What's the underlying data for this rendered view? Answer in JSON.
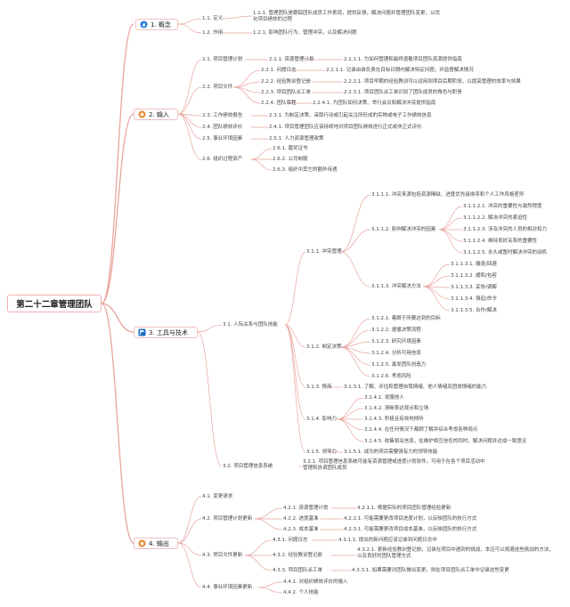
{
  "root": "第二十二章管理团队",
  "colors": {
    "line": "#e9a59e",
    "root_border": "#f0b0b0"
  },
  "branches": [
    {
      "id": "1",
      "label": "1. 概念",
      "icon": "flame-icon"
    },
    {
      "id": "2",
      "label": "2. 输入",
      "icon": "star-icon"
    },
    {
      "id": "3",
      "label": "3. 工具与技术",
      "icon": "flag-icon"
    },
    {
      "id": "4",
      "label": "4. 输出",
      "icon": "star-icon"
    }
  ],
  "nodes": {
    "n1_1": "1.1. 定义",
    "n1_1_1": "1.1.1. 管理团队是跟踪团队成员工作表现，提供反馈，解决问题并管理团队变更，以优化项目绩效的过程",
    "n1_2": "1.2. 作用",
    "n1_2_1": "1.2.1. 影响团队行为、管理冲突，以及解决问题",
    "n2_1": "2.1. 项目管理计划",
    "n2_1_1": "2.1.1. 资源管理计划",
    "n2_1_1_1": "2.1.1.1. 为如何管理和最终遣散项目团队资源提供指南",
    "n2_2": "2.2. 项目文件",
    "n2_2_1": "2.2.1. 问题日志",
    "n2_2_1_1": "2.2.1.1. 记录由谁负责在目标日期内解决特定问题，并监督解决情况",
    "n2_2_2": "2.2.2. 经验教训登记册",
    "n2_2_2_1": "2.2.2.1. 项目早期的经验教训可以运用到项目后期阶段，以提高管理的效率与效果",
    "n2_2_3": "2.2.3. 项目团队派工单",
    "n2_2_3_1": "2.2.3.1. 项目团队派工单识别了团队成员的角色与职责",
    "n2_2_4": "2.2.4. 团队章程",
    "n2_2_4_1": "2.2.4.1. 为团队如何决策、举行会议和解决冲突提供指南",
    "n2_3": "2.3. 工作绩效报告",
    "n2_3_1": "2.3.1. 为制定决策、采取行动或引起关注所形成的实物或电子工作绩效信息",
    "n2_4": "2.4. 团队绩效评价",
    "n2_4_1": "2.4.1. 项目管理团队应该持续地对项目团队绩效进行正式或非正式评价",
    "n2_5": "2.5. 事业环境因素",
    "n2_5_1": "2.5.1. 人力资源管理政策",
    "n2_6": "2.6. 组织过程资产",
    "n2_6_1": "2.6.1. 嘉奖证书",
    "n2_6_2": "2.6.2. 公司制服",
    "n2_6_3": "2.6.3. 组织中其它的额外待遇",
    "n3_1": "3.1. 人际关系与团队技能",
    "n3_1_1": "3.1.1. 冲突管理",
    "n3_1_1_1": "3.1.1.1. 冲突来源包括资源稀缺、进度优先级排序和个人工作风格差异",
    "n3_1_1_2": "3.1.1.2. 影响解决冲突的因素",
    "n3_1_1_2_1": "3.1.1.2.1. 冲突的重要性与激烈程度",
    "n3_1_1_2_2": "3.1.1.2.2. 解决冲突的紧迫性",
    "n3_1_1_2_3": "3.1.1.2.3. 涉及冲突的人员的相对权力",
    "n3_1_1_2_4": "3.1.1.2.4. 维持良好关系的重要性",
    "n3_1_1_2_5": "3.1.1.2.5. 永久或暂时解决冲突的动机",
    "n3_1_1_3": "3.1.1.3. 冲突解决方法",
    "n3_1_1_3_1": "3.1.1.3.1. 撤退/回避",
    "n3_1_1_3_2": "3.1.1.3.2. 缓和/包容",
    "n3_1_1_3_3": "3.1.1.3.3. 妥协/调解",
    "n3_1_1_3_4": "3.1.1.3.4. 强迫/命令",
    "n3_1_1_3_5": "3.1.1.3.5. 合作/解决",
    "n3_1_2": "3.1.2. 制定决策",
    "n3_1_2_1": "3.1.2.1. 着眼于所要达到的目标",
    "n3_1_2_2": "3.1.2.2. 遵循决策流程",
    "n3_1_2_3": "3.1.2.3. 研究环境因素",
    "n3_1_2_4": "3.1.2.4. 分析可用信息",
    "n3_1_2_5": "3.1.2.5. 激发团队创造力",
    "n3_1_2_6": "3.1.2.6. 考虑风险",
    "n3_1_3": "3.1.3. 情商",
    "n3_1_3_1": "3.1.3.1. 了解、评估和管理自我情绪、他人情绪及团体情绪的能力",
    "n3_1_4": "3.1.4. 影响力",
    "n3_1_4_1": "3.1.4.1. 说服他人",
    "n3_1_4_2": "3.1.4.2. 清晰表达观点和立场",
    "n3_1_4_3": "3.1.4.3. 积极且有效地倾听",
    "n3_1_4_4": "3.1.4.4. 在任何情况下都顾了解并综合考虑各种观点",
    "n3_1_4_5": "3.1.4.5. 收集相关信息，在维护相互信任的同时，解决问题并达成一致意见",
    "n3_1_5": "3.1.5. 领导力",
    "n3_1_5_1": "3.1.5.1. 成功的项目需要强有力的领导技能",
    "n3_2": "3.2. 项目管理信息系统",
    "n3_2_1": "3.2.1. 项目管理信息系统可能有资源管理或进度计划软件，可用于在各个项目活动中管理和协调团队成员",
    "n4_1": "4.1. 变更请求",
    "n4_2": "4.2. 项目管理计划更新",
    "n4_2_1": "4.2.1. 资源管理计划",
    "n4_2_1_1": "4.2.1.1. 根据实际的项目团队管理经验更新",
    "n4_2_2": "4.2.2. 进度基准",
    "n4_2_2_1": "4.2.2.1. 可能需要更改项目进度计划，以反映团队的执行方式",
    "n4_2_3": "4.2.3. 成本基准",
    "n4_2_3_1": "4.2.3.1. 可能需要更改项目成本基准，以反映团队的执行方式",
    "n4_3": "4.3. 项目文件更新",
    "n4_3_1": "4.3.1. 问题日志",
    "n4_3_1_1": "4.3.1.1. 提出的新问题应该记录到问题日志中",
    "n4_3_2": "4.3.2. 经验教训登记册",
    "n4_3_2_1": "4.3.2.1. 更新经验教训登记册，记录在项目中遇到的挑战，本应可以规避这些挑战的方法，以及良好的团队管理方式",
    "n4_3_3": "4.3.3. 项目团队派工单",
    "n4_3_3_1": "4.3.3.1. 如果需要对团队做出变更，则在项目团队派工单中记录这些变更",
    "n4_4": "4.4. 事业环境因素更新",
    "n4_4_1": "4.4.1. 对组织绩效评价的输入",
    "n4_4_2": "4.4.2. 个人技能"
  }
}
